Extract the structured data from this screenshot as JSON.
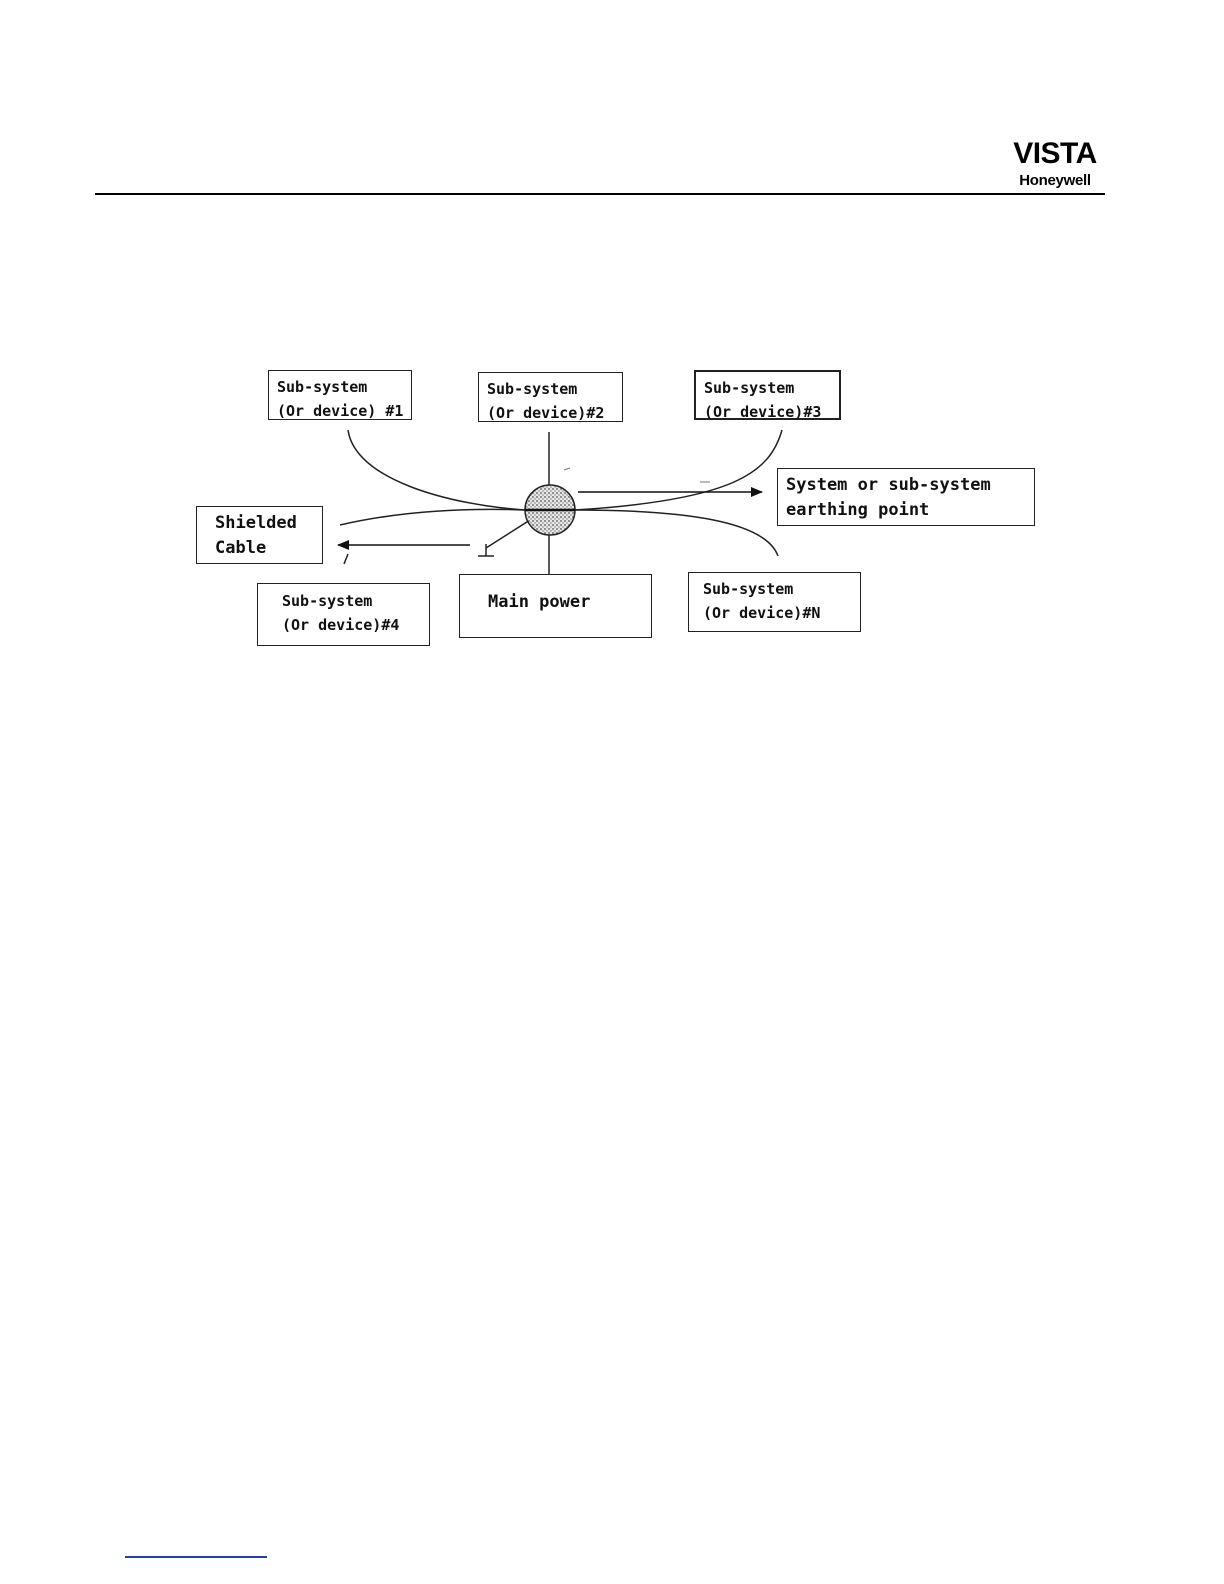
{
  "header": {
    "logo_main": "VISTA",
    "logo_brand": "Honeywell"
  },
  "diagram": {
    "boxes": {
      "sub1": {
        "line1": "Sub-system",
        "line2": "(Or device) #1"
      },
      "sub2": {
        "line1": "Sub-system",
        "line2": "(Or device)#2"
      },
      "sub3": {
        "line1": "Sub-system",
        "line2": "(Or device)#3"
      },
      "earthing": {
        "line1": "System or sub-system",
        "line2": "earthing point"
      },
      "shielded": {
        "line1": "Shielded",
        "line2": "Cable"
      },
      "sub4": {
        "line1": "Sub-system",
        "line2": "(Or device)#4"
      },
      "main_power": {
        "line1": "Main power"
      },
      "subN": {
        "line1": "Sub-system",
        "line2": "(Or device)#N"
      }
    }
  }
}
